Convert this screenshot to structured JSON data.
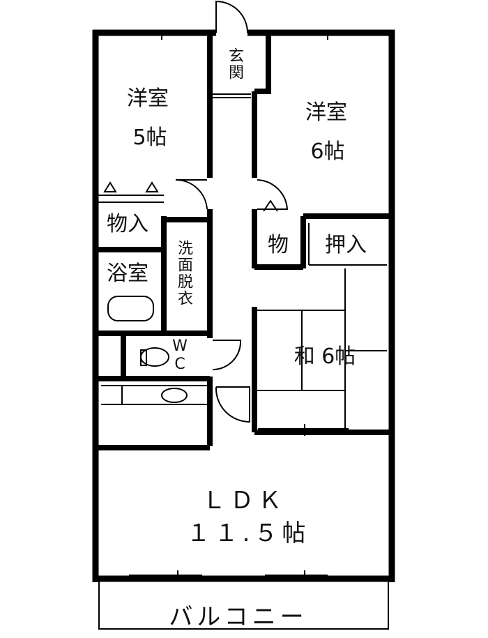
{
  "floorplan": {
    "rooms": {
      "western_room_5": {
        "name": "洋室",
        "size": "5帖"
      },
      "western_room_6": {
        "name": "洋室",
        "size": "6帖"
      },
      "entrance": "玄関",
      "storage_left": "物入",
      "storage_right": "物",
      "closet": "押入",
      "bathroom": "浴室",
      "washroom": "洗面脱衣",
      "wc": {
        "line1": "W",
        "line2": "C"
      },
      "japanese_room": "和 6帖",
      "ldk": {
        "name": "ＬＤＫ",
        "size": "１１.５帖"
      },
      "balcony": "バルコニー"
    },
    "colors": {
      "wall": "#000000",
      "background": "#ffffff"
    }
  }
}
